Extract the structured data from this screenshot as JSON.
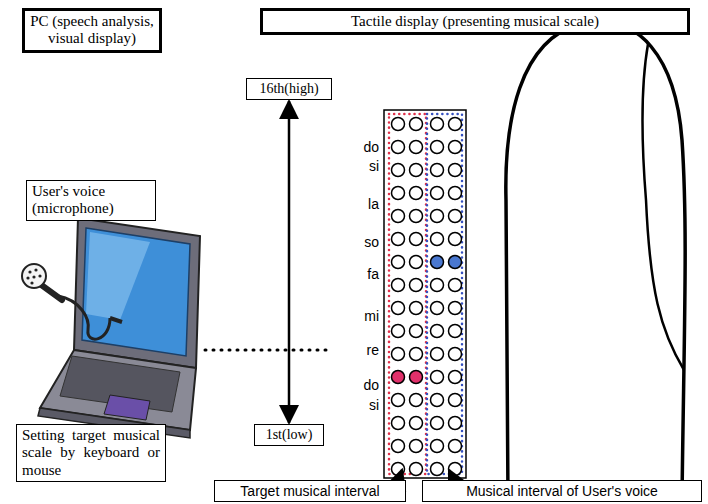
{
  "diagram": {
    "nodes": [
      {
        "text": [
          "PC (speech analysis, visual display)"
        ]
      },
      {
        "text": [
          "Tactile display (presenting musical scale)"
        ]
      },
      {
        "text": [
          "User's voice (microphone)"
        ]
      },
      {
        "text": [
          "Setting target musical scale by keyboard or mouse"
        ]
      },
      {
        "text": [
          "16th(high)"
        ]
      },
      {
        "text": [
          "1st(low)"
        ]
      },
      {
        "text": [
          "Target musical interval"
        ]
      },
      {
        "text": [
          "Musical interval of User's voice"
        ]
      }
    ],
    "edges": [
      {
        "from": 5,
        "to": 4,
        "arrow": "both"
      }
    ],
    "labels": [
      "do",
      "si",
      "la",
      "so",
      "fa",
      "mi",
      "re",
      "do",
      "si"
    ]
  }
}
